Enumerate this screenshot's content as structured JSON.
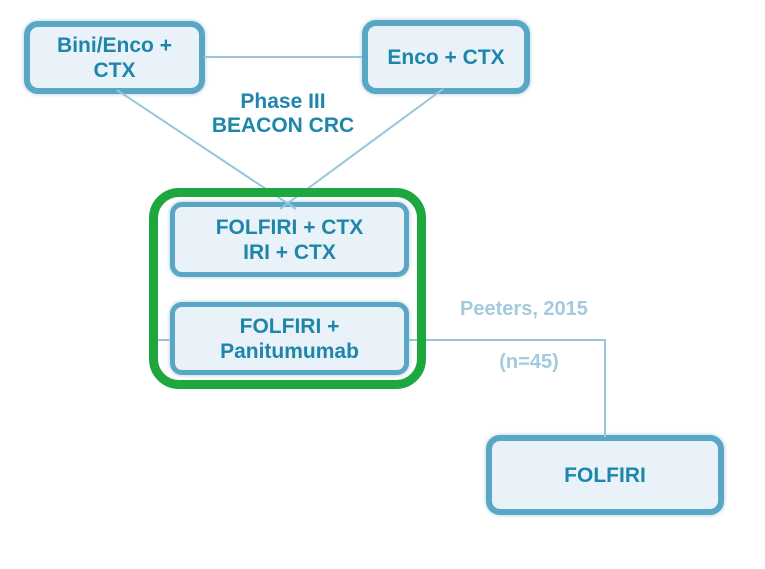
{
  "diagram": {
    "nodes": {
      "bini_enco": {
        "line1": "Bini/Enco +",
        "line2": "CTX"
      },
      "enco": {
        "line1": "Enco + CTX"
      },
      "folfiri_ctx_iri": {
        "line1": "FOLFIRI + CTX",
        "line2": "IRI + CTX"
      },
      "folfiri_pani": {
        "line1": "FOLFIRI +",
        "line2": "Panitumumab"
      },
      "folfiri": {
        "line1": "FOLFIRI"
      }
    },
    "labels": {
      "phase_line1": "Phase III",
      "phase_line2": "BEACON CRC",
      "peeters": "Peeters, 2015",
      "n_count": "(n=45)"
    },
    "colors": {
      "node_border": "#59a7c5",
      "node_fill": "#e8f2f8",
      "node_text": "#1e86ab",
      "connector": "#97c5da",
      "muted_text": "#a3cadd",
      "highlight_green": "#1ea73e"
    }
  }
}
